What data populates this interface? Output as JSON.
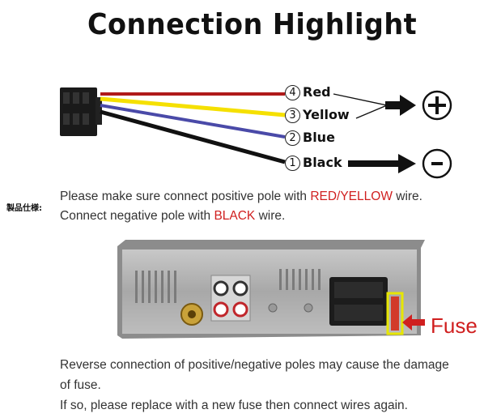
{
  "title": "Connection Highlight",
  "wires": [
    {
      "num": "4",
      "label": "Red",
      "color": "#b01a1a"
    },
    {
      "num": "3",
      "label": "Yellow",
      "color": "#f5e000"
    },
    {
      "num": "2",
      "label": "Blue",
      "color": "#4a4aa8"
    },
    {
      "num": "1",
      "label": "Black",
      "color": "#111111"
    }
  ],
  "terminals": {
    "positive": "+",
    "negative": "-"
  },
  "spec_tag": "製品仕様:",
  "instructions": {
    "line1_pre": "Please make sure connect positive pole with ",
    "line1_highlight": "RED/YELLOW",
    "line1_post": " wire.",
    "line2_pre": "Connect negative pole with ",
    "line2_highlight": "BLACK",
    "line2_post": " wire."
  },
  "fuse_label": "Fuse",
  "warning": {
    "line1": "Reverse connection of positive/negative poles may cause the damage",
    "line2": "of fuse.",
    "line3": "If so, please replace with a new fuse then connect wires again."
  },
  "colors": {
    "accent_red": "#d01f1f",
    "fuse_highlight": "#e6e600"
  }
}
